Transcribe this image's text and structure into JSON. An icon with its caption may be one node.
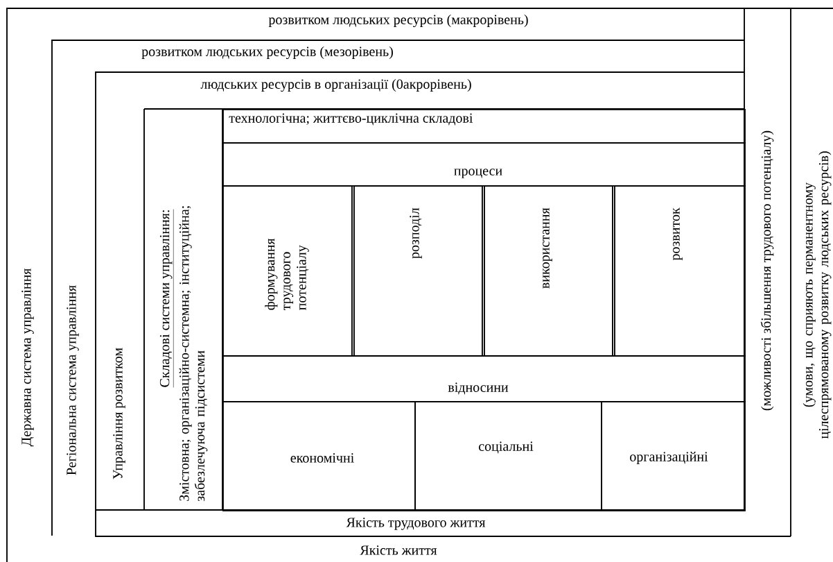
{
  "diagram": {
    "nodes": [
      {
        "text": [
          "розвитком людських ресурсів (макрорівень)",
          "Державна система управління",
          "Якість життя",
          "(умови, що сприяють перманентному цілеспрямованому розвитку людських ресурсів)"
        ]
      },
      {
        "text": [
          "розвитком людських ресурсів (мезорівень)",
          "Регіональна система управління"
        ],
        "in": 0
      },
      {
        "text": [
          "людських ресурсів в організації (0акрорівень)",
          "Управління розвитком",
          "(можливості збільшення трудового потенціалу)",
          "Якість трудового життя"
        ],
        "in": 1
      },
      {
        "text": [
          "Складові системи управління:",
          "Змістовна; організаційно-системна; інституційна; забезлечуюча підсистеми"
        ],
        "in": 2
      },
      {
        "text": [
          "технологічна; життєво-циклічна складові"
        ],
        "in": 3
      },
      {
        "text": [
          "процеси"
        ],
        "in": 3
      },
      {
        "text": [
          "формування трудового потенціалу"
        ],
        "in": 3
      },
      {
        "text": [
          "розподіл"
        ],
        "in": 3
      },
      {
        "text": [
          "використання"
        ],
        "in": 3
      },
      {
        "text": [
          "розвиток"
        ],
        "in": 3
      },
      {
        "text": [
          "відносини"
        ],
        "in": 3
      },
      {
        "text": [
          "економічні"
        ],
        "in": 3
      },
      {
        "text": [
          "соціальні"
        ],
        "in": 3
      },
      {
        "text": [
          "організаційні"
        ],
        "in": 3
      }
    ]
  }
}
